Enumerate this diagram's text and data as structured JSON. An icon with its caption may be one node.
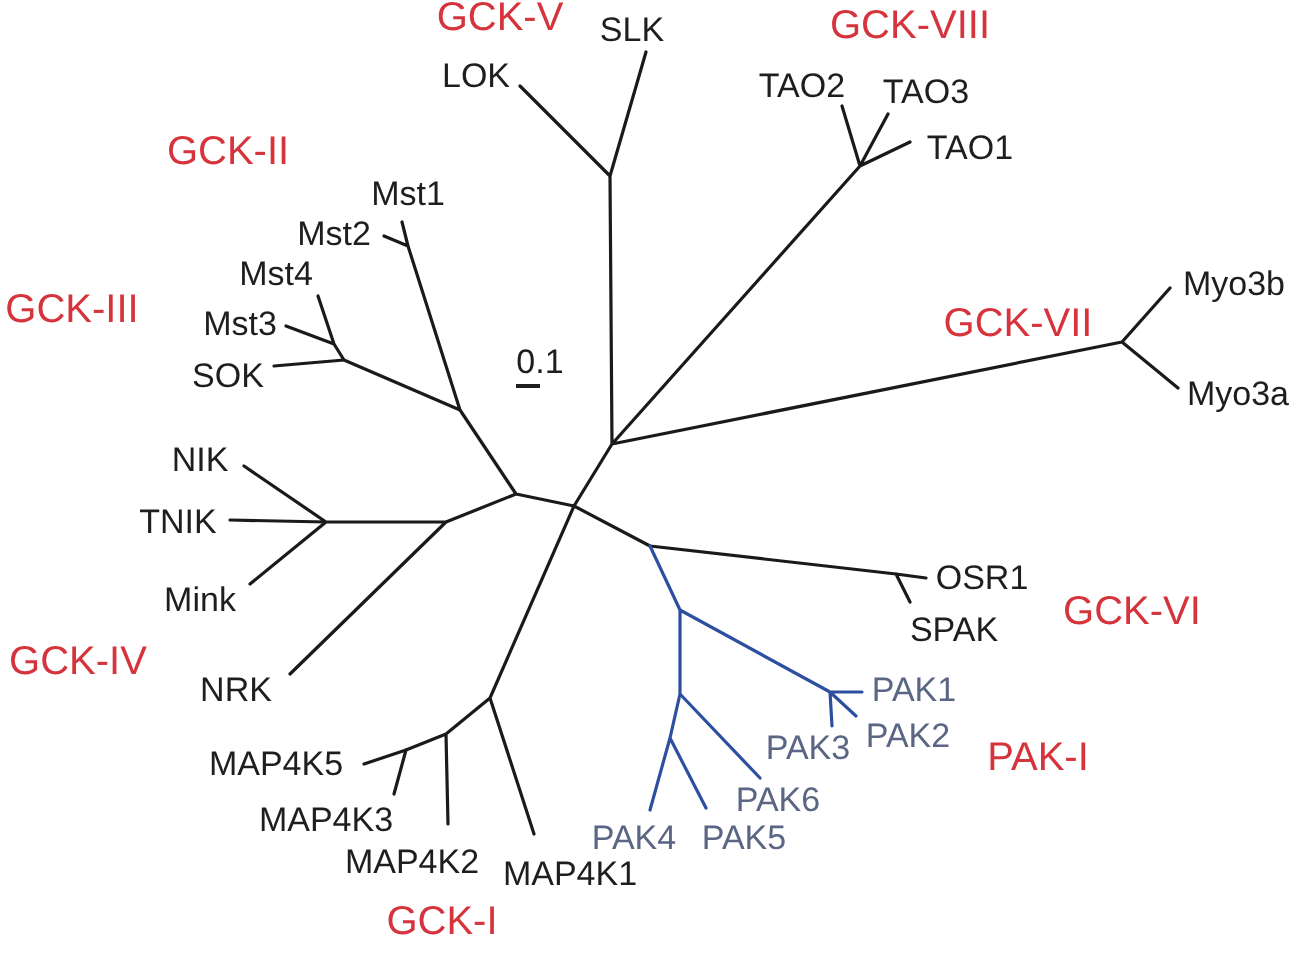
{
  "diagram": {
    "labels": [
      "GCK-V",
      "SLK",
      "GCK-VIII",
      "LOK",
      "TAO2",
      "TAO3",
      "GCK-II",
      "TAO1",
      "Mst1",
      "Mst2",
      "Mst4",
      "Myo3b",
      "GCK-III",
      "Mst3",
      "GCK-VII",
      "0.1",
      "SOK",
      "Myo3a",
      "NIK",
      "TNIK",
      "OSR1",
      "Mink",
      "GCK-VI",
      "SPAK",
      "GCK-IV",
      "NRK",
      "PAK1",
      "MAP4K5",
      "PAK3",
      "PAK2",
      "PAK-I",
      "MAP4K3",
      "PAK6",
      "MAP4K2",
      "PAK4",
      "PAK5",
      "MAP4K1",
      "GCK-I"
    ]
  }
}
